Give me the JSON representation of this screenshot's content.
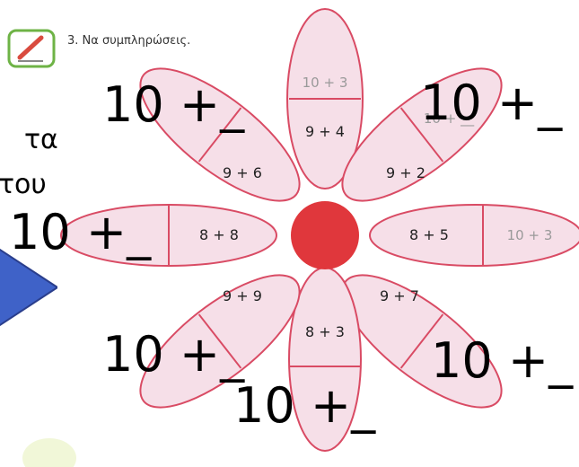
{
  "instruction": "3. Να συμπληρώσεις.",
  "side_text": {
    "line1": "τα",
    "line2": "του"
  },
  "petals": {
    "top": {
      "outer": "10 + 3",
      "inner": "9 + 4"
    },
    "top_right": {
      "outer": "10 + __",
      "inner": "9 + 2"
    },
    "right": {
      "outer": "10 + 3",
      "inner": "8 + 5"
    },
    "bottom_right": {
      "inner": "9 + 7"
    },
    "bottom": {
      "inner": "8 + 3"
    },
    "bottom_left": {
      "inner": "9 + 9"
    },
    "left": {
      "inner": "8 + 8"
    },
    "top_left": {
      "inner": "9 + 6"
    }
  },
  "handwritten": {
    "top_left": "10 +_",
    "top_right": "10 +_",
    "left": "10 +_",
    "bottom_left": "10 +_",
    "bottom_right": "10 +_",
    "bottom": "10 +_"
  },
  "colors": {
    "petal_fill": "#f6dfe8",
    "petal_stroke": "#d94b64",
    "center": "#e0373c",
    "arrow": "#3f62c8",
    "pencil": "#6eb346",
    "pale_text": "#9a9a9a"
  }
}
